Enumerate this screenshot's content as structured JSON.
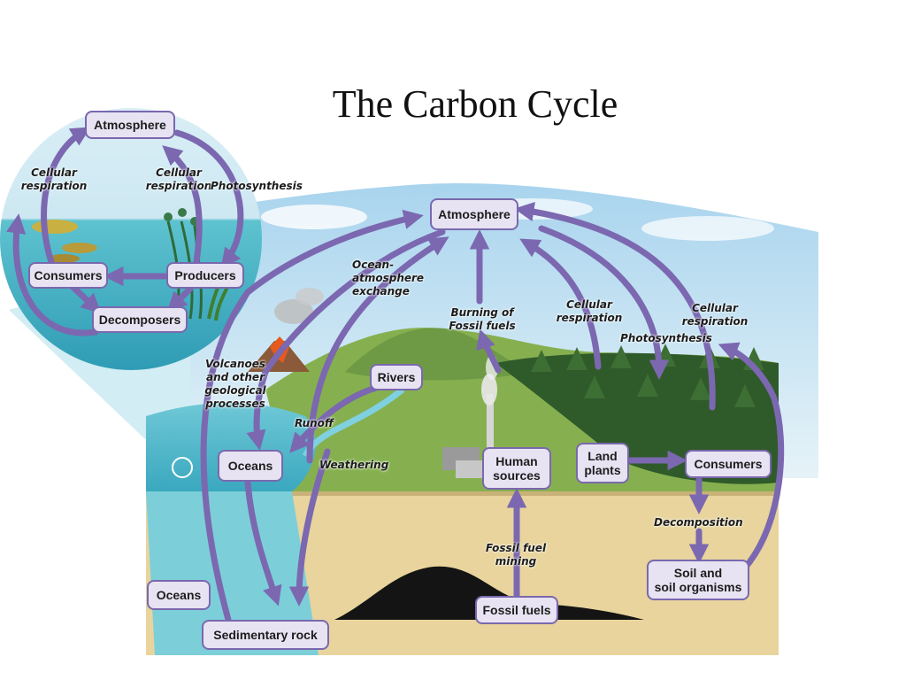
{
  "title": "The Carbon Cycle",
  "colors": {
    "arrow": "#7b68b0",
    "box_fill": "#e7e3f2",
    "box_border": "#7a68ae",
    "sky": "#bfe0f0",
    "water": "#7ccfd9",
    "ground": "#e9d49a",
    "land": "#7aa84a",
    "forest": "#2f5a2a",
    "fossil": "#141414"
  },
  "inset": {
    "atmosphere": "Atmosphere",
    "cellular_respiration_left": "Cellular\nrespiration",
    "cellular_respiration_right": "Cellular\nrespiration",
    "photosynthesis": "Photosynthesis",
    "consumers": "Consumers",
    "producers": "Producers",
    "decomposers": "Decomposers"
  },
  "main": {
    "atmosphere": "Atmosphere",
    "ocean_atmosphere_exchange": "Ocean-\natmosphere\nexchange",
    "burning_fossil_fuels": "Burning of\nFossil fuels",
    "cellular_respiration_mid": "Cellular\nrespiration",
    "cellular_respiration_right": "Cellular\nrespiration",
    "photosynthesis": "Photosynthesis",
    "volcanoes": "Volcanoes\nand other\ngeological\nprocesses",
    "rivers": "Rivers",
    "runoff": "Runoff",
    "weathering": "Weathering",
    "oceans_upper": "Oceans",
    "human_sources": "Human\nsources",
    "land_plants": "Land\nplants",
    "consumers": "Consumers",
    "decomposition": "Decomposition",
    "fossil_fuel_mining": "Fossil fuel\nmining",
    "soil": "Soil and\nsoil organisms",
    "oceans_lower": "Oceans",
    "fossil_fuels": "Fossil fuels",
    "sedimentary_rock": "Sedimentary rock"
  }
}
